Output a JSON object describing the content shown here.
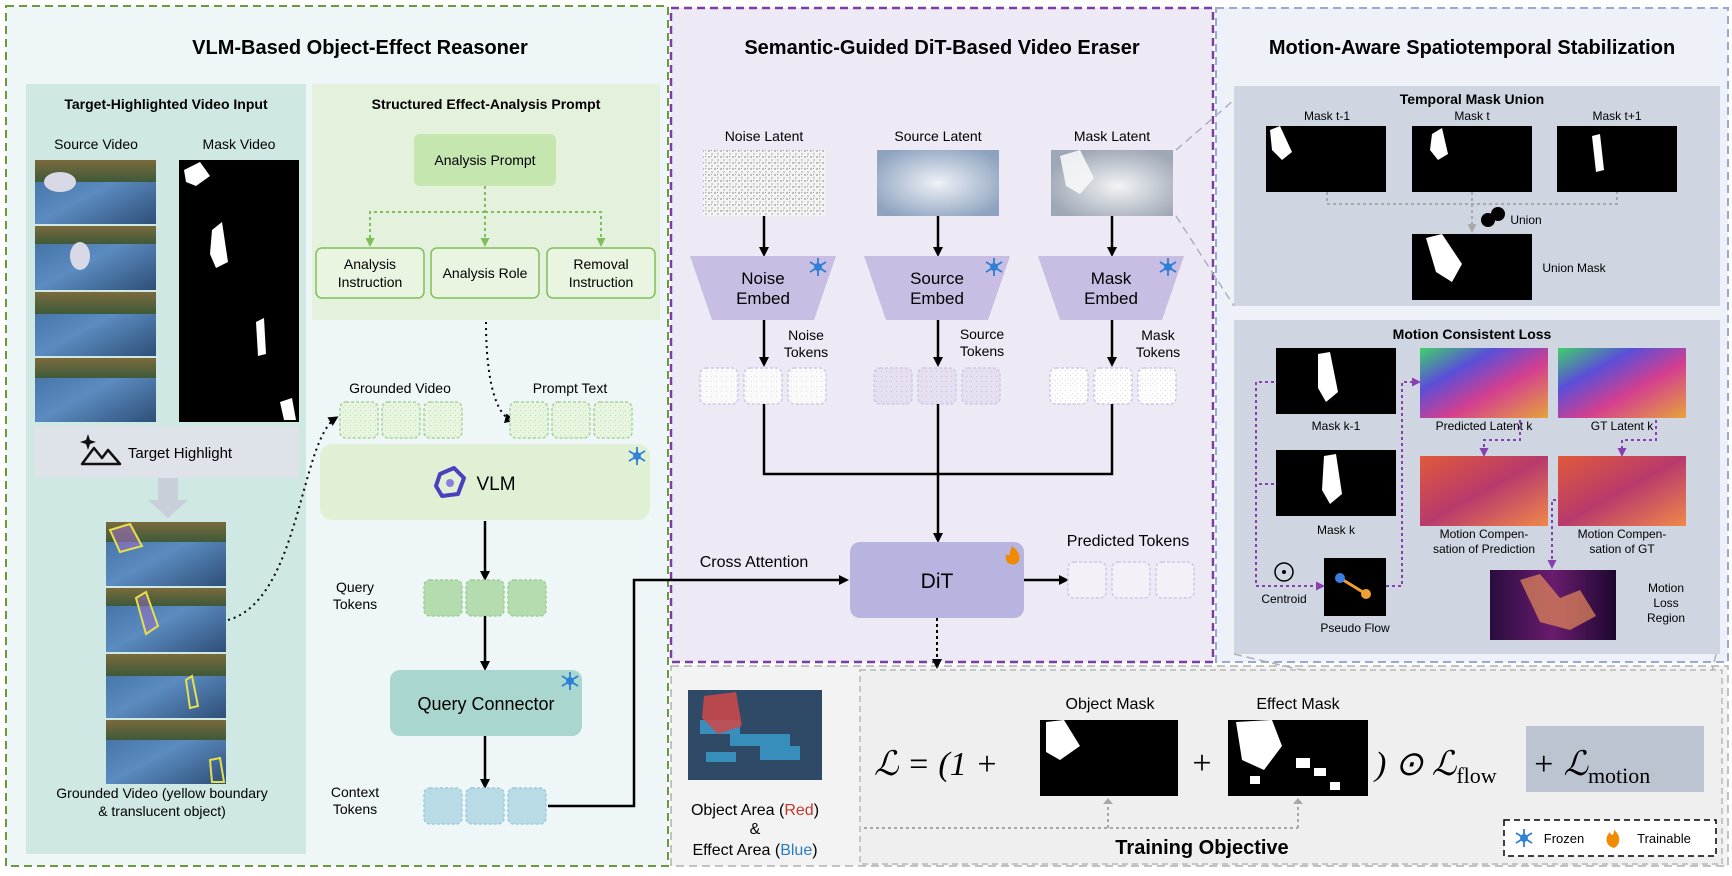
{
  "panels": {
    "left": {
      "title": "VLM-Based Object-Effect Reasoner",
      "input": {
        "title": "Target-Highlighted Video Input",
        "source_label": "Source Video",
        "mask_label": "Mask Video",
        "highlight_label": "Target Highlight",
        "caption_line1": "Grounded Video (yellow boundary",
        "caption_line2": "& translucent object)"
      },
      "prompt": {
        "title": "Structured Effect-Analysis Prompt",
        "analysis_prompt": "Analysis Prompt",
        "instruction_line1": "Analysis",
        "instruction_line2": "Instruction",
        "role": "Analysis Role",
        "removal_line1": "Removal",
        "removal_line2": "Instruction"
      },
      "grounded_video_label": "Grounded Video",
      "prompt_text_label": "Prompt Text",
      "vlm_label": "VLM",
      "query_tokens_line1": "Query",
      "query_tokens_line2": "Tokens",
      "query_connector": "Query Connector",
      "context_tokens_line1": "Context",
      "context_tokens_line2": "Tokens"
    },
    "middle": {
      "title": "Semantic-Guided DiT-Based Video Eraser",
      "noise_latent": "Noise Latent",
      "source_latent": "Source Latent",
      "mask_latent": "Mask Latent",
      "noise_embed_line1": "Noise",
      "noise_embed_line2": "Embed",
      "source_embed_line1": "Source",
      "source_embed_line2": "Embed",
      "mask_embed_line1": "Mask",
      "mask_embed_line2": "Embed",
      "noise_tokens_line1": "Noise",
      "noise_tokens_line2": "Tokens",
      "source_tokens_line1": "Source",
      "source_tokens_line2": "Tokens",
      "mask_tokens_line1": "Mask",
      "mask_tokens_line2": "Tokens",
      "dit": "DiT",
      "cross_attention": "Cross Attention",
      "predicted_tokens": "Predicted Tokens"
    },
    "right": {
      "title": "Motion-Aware Spatiotemporal Stabilization",
      "temporal": {
        "title": "Temporal Mask Union",
        "mask_prev": "Mask t-1",
        "mask_t": "Mask t",
        "mask_next": "Mask t+1",
        "union": "Union",
        "union_mask": "Union Mask"
      },
      "motion": {
        "title": "Motion Consistent Loss",
        "mask_km1": "Mask k-1",
        "mask_k": "Mask k",
        "centroid": "Centroid",
        "pseudo_flow": "Pseudo Flow",
        "predicted_latent": "Predicted Latent k",
        "gt_latent": "GT Latent k",
        "comp_pred_line1": "Motion Compen-",
        "comp_pred_line2": "sation of Prediction",
        "comp_gt_line1": "Motion Compen-",
        "comp_gt_line2": "sation of GT",
        "region_line1": "Motion",
        "region_line2": "Loss",
        "region_line3": "Region"
      }
    },
    "bottom": {
      "object_area_prefix": "Object Area (",
      "object_area_word": "Red",
      "object_area_suffix": ")",
      "ampersand": "&",
      "effect_area_prefix": "Effect Area (",
      "effect_area_word": "Blue",
      "effect_area_suffix": ")",
      "object_mask": "Object Mask",
      "effect_mask": "Effect Mask",
      "loss_prefix": "ℒ = (1 +",
      "plus": "+",
      "loss_flow_part": ") ⊙ ℒ",
      "flow_sub": "flow",
      "loss_plus_motion": "+ ℒ",
      "motion_sub": "motion",
      "training_objective": "Training Objective",
      "legend_frozen": "Frozen",
      "legend_trainable": "Trainable"
    }
  },
  "colors": {
    "left_bg": "#eef6f7",
    "left_border": "#6b9a3c",
    "middle_bg": "#edeaf6",
    "middle_border": "#7b3fa0",
    "right_bg": "#eef1f8",
    "right_border": "#9aa8d8",
    "teal_panel": "#cfe8e3",
    "green_panel": "#e4f1dc",
    "green_box": "#d3ebc2",
    "green_stroke": "#7fbf5a",
    "teal_box": "#a9d6cf",
    "blue_token": "#b9dbe6",
    "purple_shape": "#c8bde2",
    "dit_box": "#b8b4e0",
    "grey_panel": "#cfd6e2",
    "red_word": "#c0392b",
    "blue_word": "#2e7dbb",
    "frozen_icon": "#2c7fd6",
    "fire_icon": "#f08a00"
  }
}
